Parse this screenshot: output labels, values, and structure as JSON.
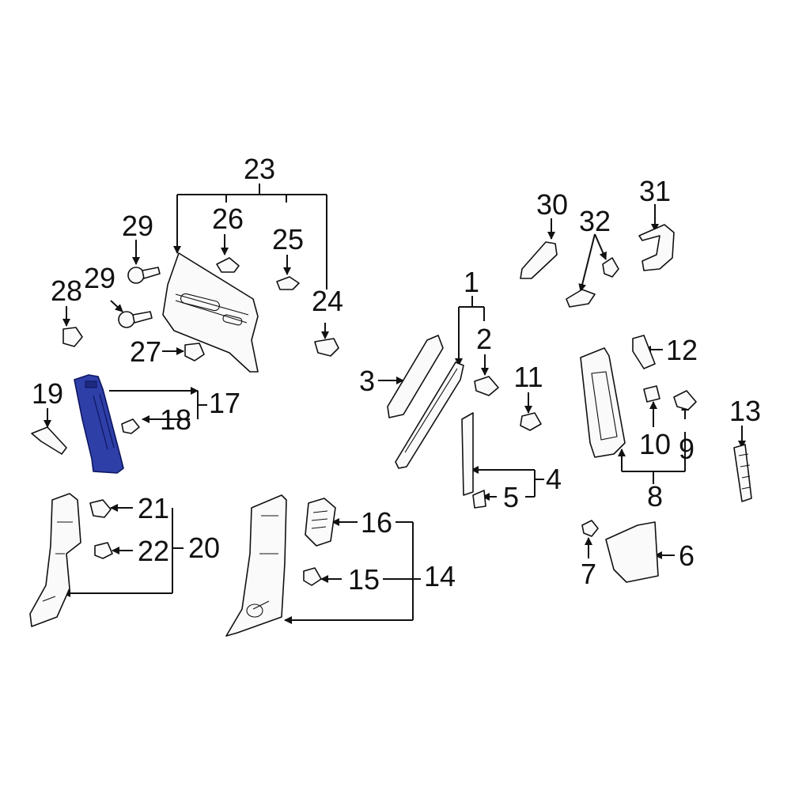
{
  "callouts": {
    "c1": "1",
    "c2": "2",
    "c3": "3",
    "c4": "4",
    "c5": "5",
    "c6": "6",
    "c7": "7",
    "c8": "8",
    "c9": "9",
    "c10": "10",
    "c11": "11",
    "c12": "12",
    "c13": "13",
    "c14": "14",
    "c15": "15",
    "c16": "16",
    "c17": "17",
    "c18": "18",
    "c19": "19",
    "c20": "20",
    "c21": "21",
    "c22": "22",
    "c23": "23",
    "c24": "24",
    "c25": "25",
    "c26": "26",
    "c27": "27",
    "c28": "28",
    "c29a": "29",
    "c29b": "29",
    "c30": "30",
    "c31": "31",
    "c32": "32"
  },
  "colors": {
    "highlight": "#2f3fa8",
    "line": "#111111",
    "background": "#ffffff"
  },
  "highlighted_part": "17"
}
